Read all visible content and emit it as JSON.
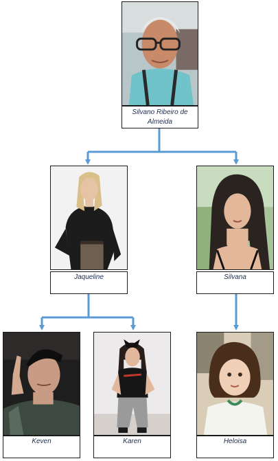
{
  "tree": {
    "root": {
      "name": "Silvano Ribeiro de Almeida"
    },
    "children": [
      {
        "name": "Jaqueline",
        "children": [
          {
            "name": "Keven"
          },
          {
            "name": "Karen"
          }
        ]
      },
      {
        "name": "Silvana",
        "children": [
          {
            "name": "Heloisa"
          }
        ]
      }
    ]
  },
  "colors": {
    "connector": "#5b9bd5",
    "border": "#1a1a1a",
    "label_text": "#1f2d4d"
  }
}
